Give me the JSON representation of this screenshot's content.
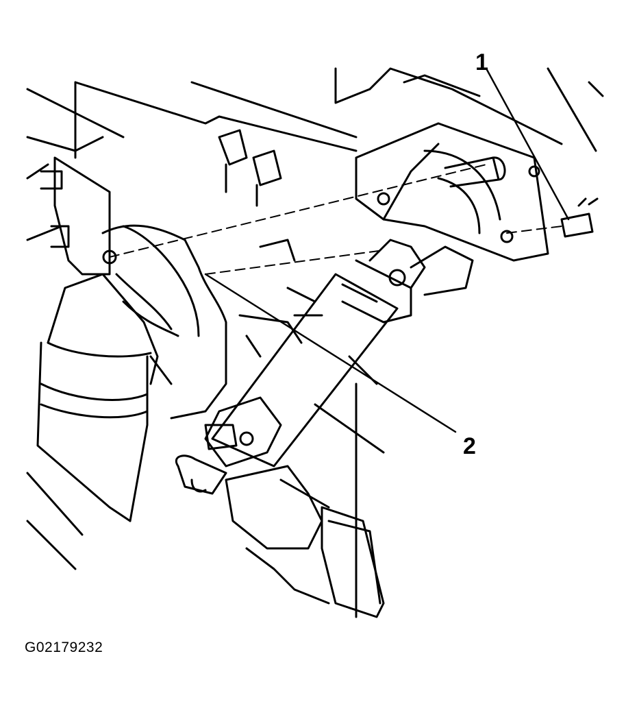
{
  "diagram": {
    "callouts": [
      {
        "id": "1",
        "label": "1"
      },
      {
        "id": "2",
        "label": "2"
      }
    ],
    "figure_id": "G02179232",
    "colors": {
      "ink": "#000000",
      "paper": "#ffffff"
    }
  }
}
